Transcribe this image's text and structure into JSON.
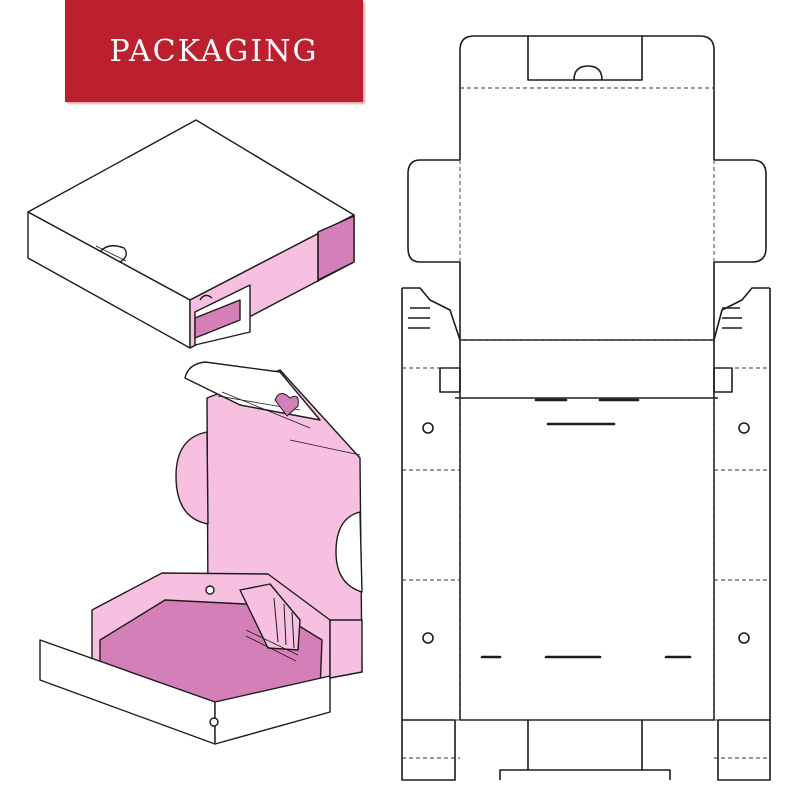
{
  "banner": {
    "title": "PACKAGING"
  },
  "colors": {
    "accent": "#bc1f2e",
    "outline": "#1c1c1c",
    "pink_light": "#f7bfe0",
    "pink_dark": "#d57fb8",
    "fold_line": "#333333"
  },
  "illustrations": [
    "closed-box",
    "open-box",
    "dieline-template"
  ]
}
